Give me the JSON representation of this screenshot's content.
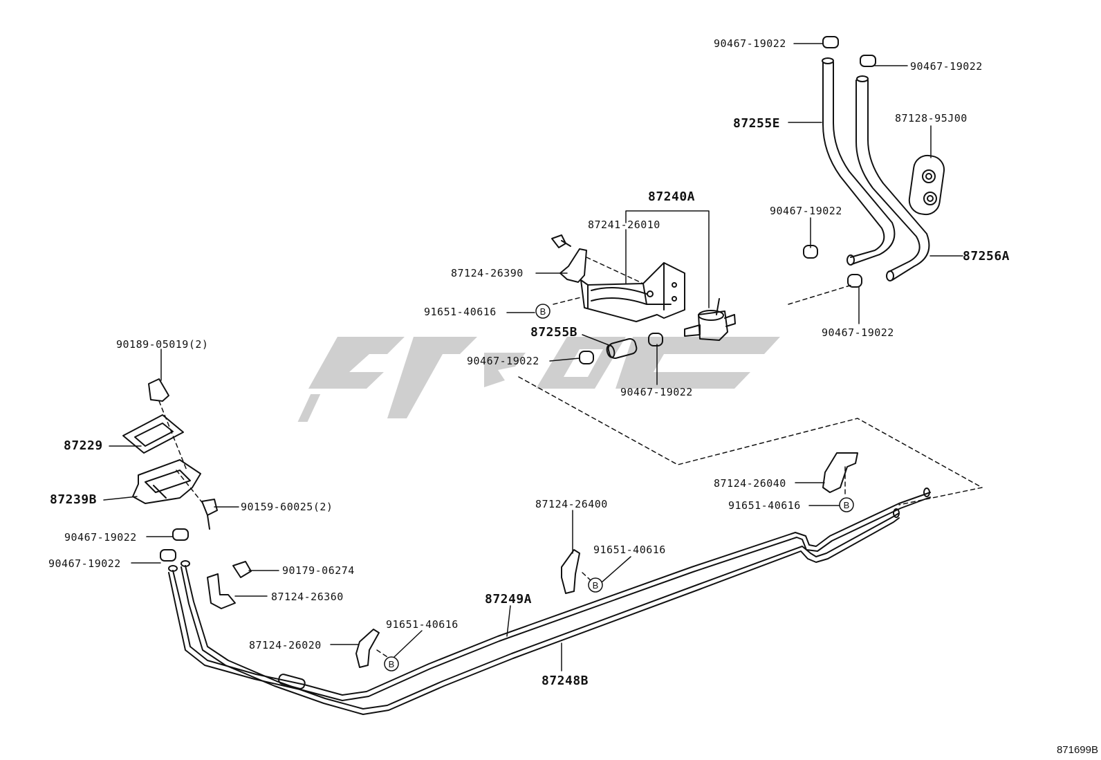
{
  "labels": {
    "p1": "90467-19022",
    "p2": "90467-19022",
    "p3": "87255E",
    "p4": "87128-95J00",
    "p5": "87240A",
    "p6": "87241-26010",
    "p7": "90467-19022",
    "p8": "87124-26390",
    "p9": "87256A",
    "p10": "91651-40616",
    "p11": "90467-19022",
    "p12": "87255B",
    "p13": "90189-05019(2)",
    "p14": "90467-19022",
    "p15": "90467-19022",
    "p16": "87229",
    "p17": "87124-26040",
    "p18": "87239B",
    "p19": "91651-40616",
    "p20": "90159-60025(2)",
    "p21": "87124-26400",
    "p22": "90467-19022",
    "p23": "91651-40616",
    "p24": "90467-19022",
    "p25": "90179-06274",
    "p26": "87124-26360",
    "p27": "87249A",
    "p28": "91651-40616",
    "p29": "87124-26020",
    "p30": "87248B"
  },
  "callout_letter": "B",
  "figure_number": "871699B",
  "colors": {
    "line": "#111111",
    "watermark": "#cfcfcf"
  }
}
